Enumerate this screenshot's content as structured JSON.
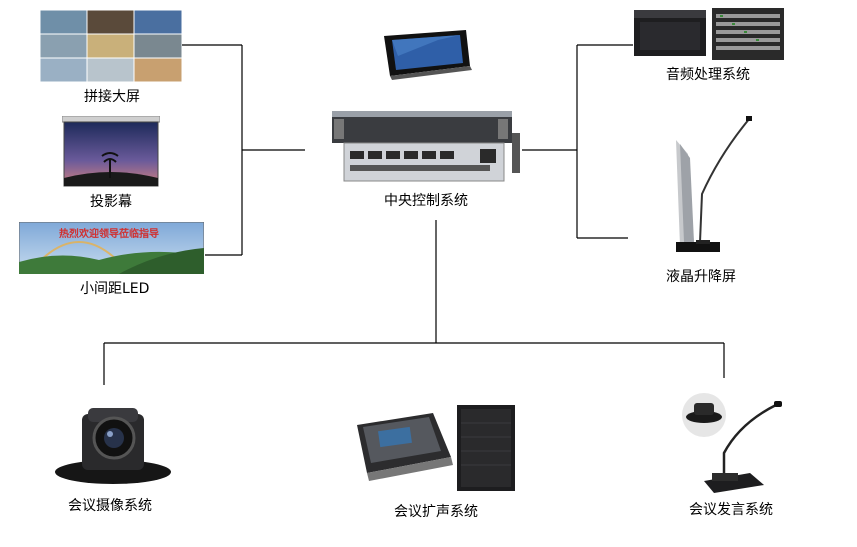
{
  "nodes": {
    "center": {
      "label": "中央控制系统"
    },
    "splice_screen": {
      "label": "拼接大屏"
    },
    "projection_screen": {
      "label": "投影幕"
    },
    "small_pitch_led": {
      "label": "小间距LED",
      "banner_text": "热烈欢迎领导莅临指导"
    },
    "audio_processing": {
      "label": "音频处理系统"
    },
    "lcd_lift_screen": {
      "label": "液晶升降屏"
    },
    "camera_system": {
      "label": "会议摄像系统"
    },
    "pa_system": {
      "label": "会议扩声系统"
    },
    "speech_system": {
      "label": "会议发言系统"
    }
  },
  "colors": {
    "line": "#000000",
    "sky": "#2b4a8c",
    "dusk": "#c86a6a",
    "device_dark": "#1c1c1c",
    "device_silver": "#b9bcc2"
  }
}
